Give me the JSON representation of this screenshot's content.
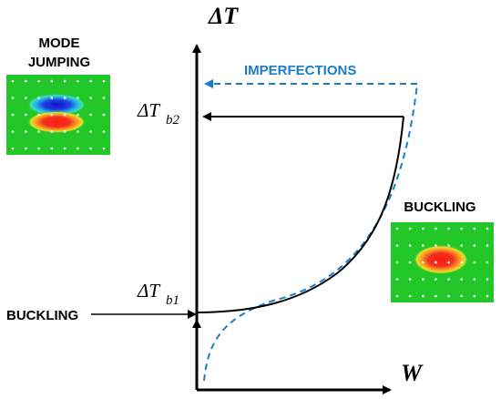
{
  "axes": {
    "y_label": "ΔT",
    "x_label": "W"
  },
  "labels": {
    "mode_jumping_line1": "MODE",
    "mode_jumping_line2": "JUMPING",
    "imperfections": "IMPERFECTIONS",
    "buckling_right": "BUCKLING",
    "buckling_left": "BUCKLING",
    "tb2_main": "ΔT",
    "tb2_sub": "b2",
    "tb1_main": "ΔT",
    "tb1_sub": "b1"
  },
  "colors": {
    "curve": "#000000",
    "imperfect_curve": "#1a7dc8",
    "imperfections_text": "#1a7dc8",
    "mode_field": "#22c728"
  }
}
